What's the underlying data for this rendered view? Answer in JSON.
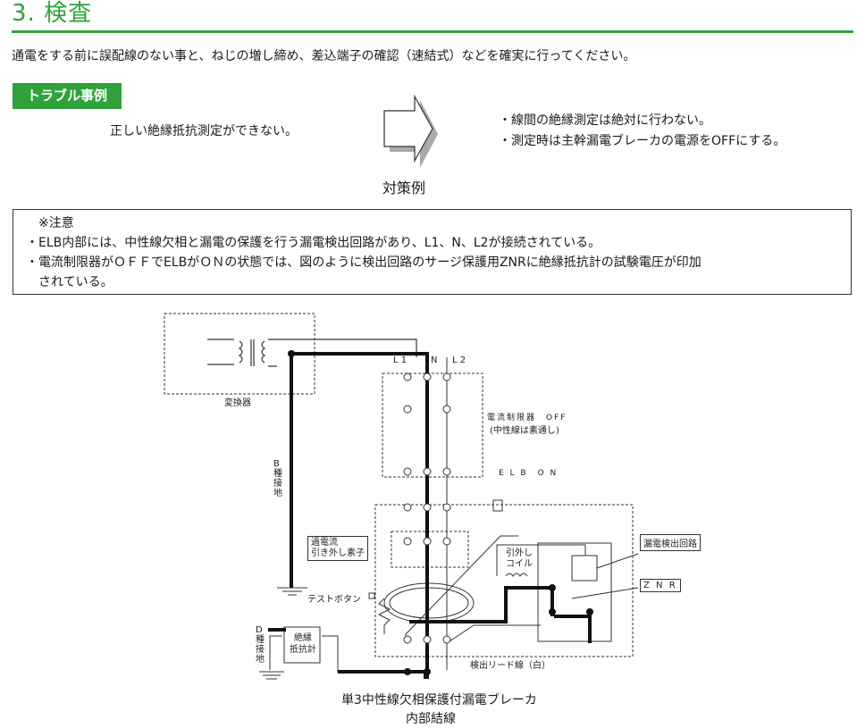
{
  "section": {
    "title": "3. 検査"
  },
  "intro": "通電をする前に誤配線のない事と、ねじの増し締め、差込端子の確認（速結式）などを確実に行ってください。",
  "trouble": {
    "badge": "トラブル事例",
    "problem": "正しい絶縁抵抗測定ができない。",
    "arrow_label": "対策例",
    "fixes": [
      "・線間の絶縁測定は絶対に行わない。",
      "・測定時は主幹漏電ブレーカの電源をOFFにする。"
    ]
  },
  "note": {
    "heading": "※注意",
    "line1": "・ELB内部には、中性線欠相と漏電の保護を行う漏電検出回路があり、L1、N、L2が接続されている。",
    "line2a": "・電流制限器がＯＦＦでELBがＯＮの状態では、図のように検出回路のサージ保護用ZNRに絶縁抵抗計の試験電圧が印加",
    "line2b": "　されている。"
  },
  "diagram": {
    "transformer": "変換器",
    "b_ground": "B種接地",
    "d_ground": "D種接地",
    "l1": "L 1",
    "n": "N",
    "l2": "L 2",
    "limiter": "電流制限器　OFF",
    "limiter_sub": "(中性線は素通し)",
    "elb_on": "E L B　O N",
    "overcurrent": "過電流",
    "overcurrent2": "引き外し素子",
    "trip_coil": "引外し",
    "trip_coil2": "コイル",
    "leak_circuit": "漏電検出回路",
    "znr": "Z N R",
    "test_button": "テストボタン",
    "megger": "絶縁",
    "megger2": "抵抗計",
    "lead_wire": "検出リード線（白）",
    "caption1": "単3中性線欠相保護付漏電ブレーカ",
    "caption2": "内部結線"
  },
  "colors": {
    "accent": "#2fa23c"
  }
}
